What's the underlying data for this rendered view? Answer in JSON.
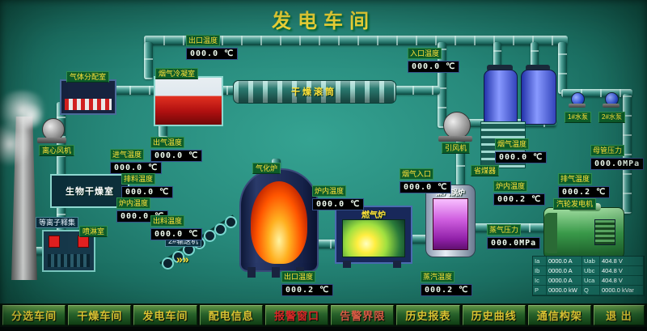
{
  "title": "发电车间",
  "equipment": {
    "gas_dist": "气体分配室",
    "condenser": "烟气冷凝室",
    "drum": "干燥滚筒",
    "centrifugal_fan": "离心风机",
    "bio_dry_room": "生物干燥室",
    "plasma": "等离子释集",
    "spray_room": "喷淋室",
    "conveyor": "2#输送机",
    "gasifier": "气化炉",
    "gas_furnace": "燃气炉",
    "steam_boiler": "蒸汽锅炉",
    "economizer": "省煤器",
    "induced_fan": "引风机",
    "turbine": "汽轮发电机",
    "pump1": "1#水泵",
    "pump2": "2#水泵",
    "conveyor_arrows": "»»"
  },
  "sensors": [
    {
      "label": "出口温度",
      "value": "000.0 ℃"
    },
    {
      "label": "入口温度",
      "value": "000.0 ℃"
    },
    {
      "label": "出气温度",
      "value": "000.0 ℃"
    },
    {
      "label": "进气温度",
      "value": "000.0 ℃"
    },
    {
      "label": "排料温度",
      "value": "000.0 ℃"
    },
    {
      "label": "炉内温度",
      "value": "000.0 ℃"
    },
    {
      "label": "出料温度",
      "value": "000.0 ℃"
    },
    {
      "label": "炉内温度",
      "value": "000.0 ℃"
    },
    {
      "label": "烟气入口",
      "value": "000.0 ℃"
    },
    {
      "label": "烟气温度",
      "value": "000.0 ℃"
    },
    {
      "label": "炉内温度",
      "value": "000.2 ℃"
    },
    {
      "label": "蒸气压力",
      "value": "000.0MPa"
    },
    {
      "label": "排气温度",
      "value": "000.2 ℃"
    },
    {
      "label": "母管压力",
      "value": "000.0MPa"
    },
    {
      "label": "出口温度",
      "value": "000.2 ℃"
    },
    {
      "label": "蒸汽温度",
      "value": "000.2 ℃"
    }
  ],
  "generator_table": {
    "rows": [
      [
        "Ia",
        "0000.0 A",
        "Uab",
        "404.8 V"
      ],
      [
        "Ib",
        "0000.0 A",
        "Ubc",
        "404.8 V"
      ],
      [
        "Ic",
        "0000.0 A",
        "Uca",
        "404.8 V"
      ],
      [
        "P",
        "0000.0 kW",
        "Q",
        "0000.0 kVar"
      ]
    ]
  },
  "menu": {
    "items": [
      {
        "label": "分选车间",
        "color": "#ffe23a"
      },
      {
        "label": "干燥车间",
        "color": "#ffe23a"
      },
      {
        "label": "发电车间",
        "color": "#ffe23a"
      },
      {
        "label": "配电信息",
        "color": "#ffe23a"
      },
      {
        "label": "报警窗口",
        "color": "#ff2d2d"
      },
      {
        "label": "告警界限",
        "color": "#ff6a50"
      },
      {
        "label": "历史报表",
        "color": "#ffe23a"
      },
      {
        "label": "历史曲线",
        "color": "#ffe23a"
      },
      {
        "label": "通信构架",
        "color": "#ffe23a"
      },
      {
        "label": "退 出",
        "color": "#ffe23a"
      }
    ]
  },
  "colors": {
    "background_teal": "#27897b",
    "label_green": "#0d5c2a",
    "label_text_yellow": "#ffe23a",
    "display_bg": "#000000",
    "alarm_red": "#ff2d2d"
  }
}
